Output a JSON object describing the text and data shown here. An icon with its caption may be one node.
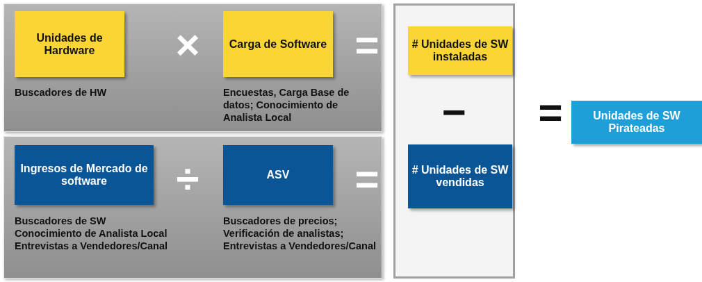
{
  "diagram": {
    "nodes": [
      {
        "text": [],
        "shape": "box"
      },
      {
        "text": [
          "Unidades de Hardware"
        ],
        "in": 0,
        "beside": [
          "Buscadores de HW"
        ]
      },
      {
        "text": [
          "Carga de Software"
        ],
        "in": 0,
        "beside": [
          "Encuestas, Carga Base de datos; Conocimiento de Analista Local"
        ]
      },
      {
        "text": [],
        "shape": "box"
      },
      {
        "text": [
          "Ingresos de Mercado de software"
        ],
        "in": 3,
        "beside": [
          "Buscadores de SW",
          "Conocimiento de Analista Local",
          "Entrevistas a Vendedores/Canal"
        ]
      },
      {
        "text": [
          "ASV"
        ],
        "in": 3,
        "beside": [
          "Buscadores de precios; Verificación de analistas; Entrevistas a Vendedores/Canal"
        ]
      },
      {
        "text": [],
        "shape": "box"
      },
      {
        "text": [
          "# Unidades de SW instaladas"
        ],
        "in": 6
      },
      {
        "text": [
          "# Unidades de SW vendidas"
        ],
        "in": 6
      },
      {
        "text": [
          "Unidades de SW Pirateadas"
        ]
      }
    ],
    "edges": [],
    "labels": [
      "×",
      "=",
      "÷",
      "=",
      "−",
      "="
    ]
  }
}
